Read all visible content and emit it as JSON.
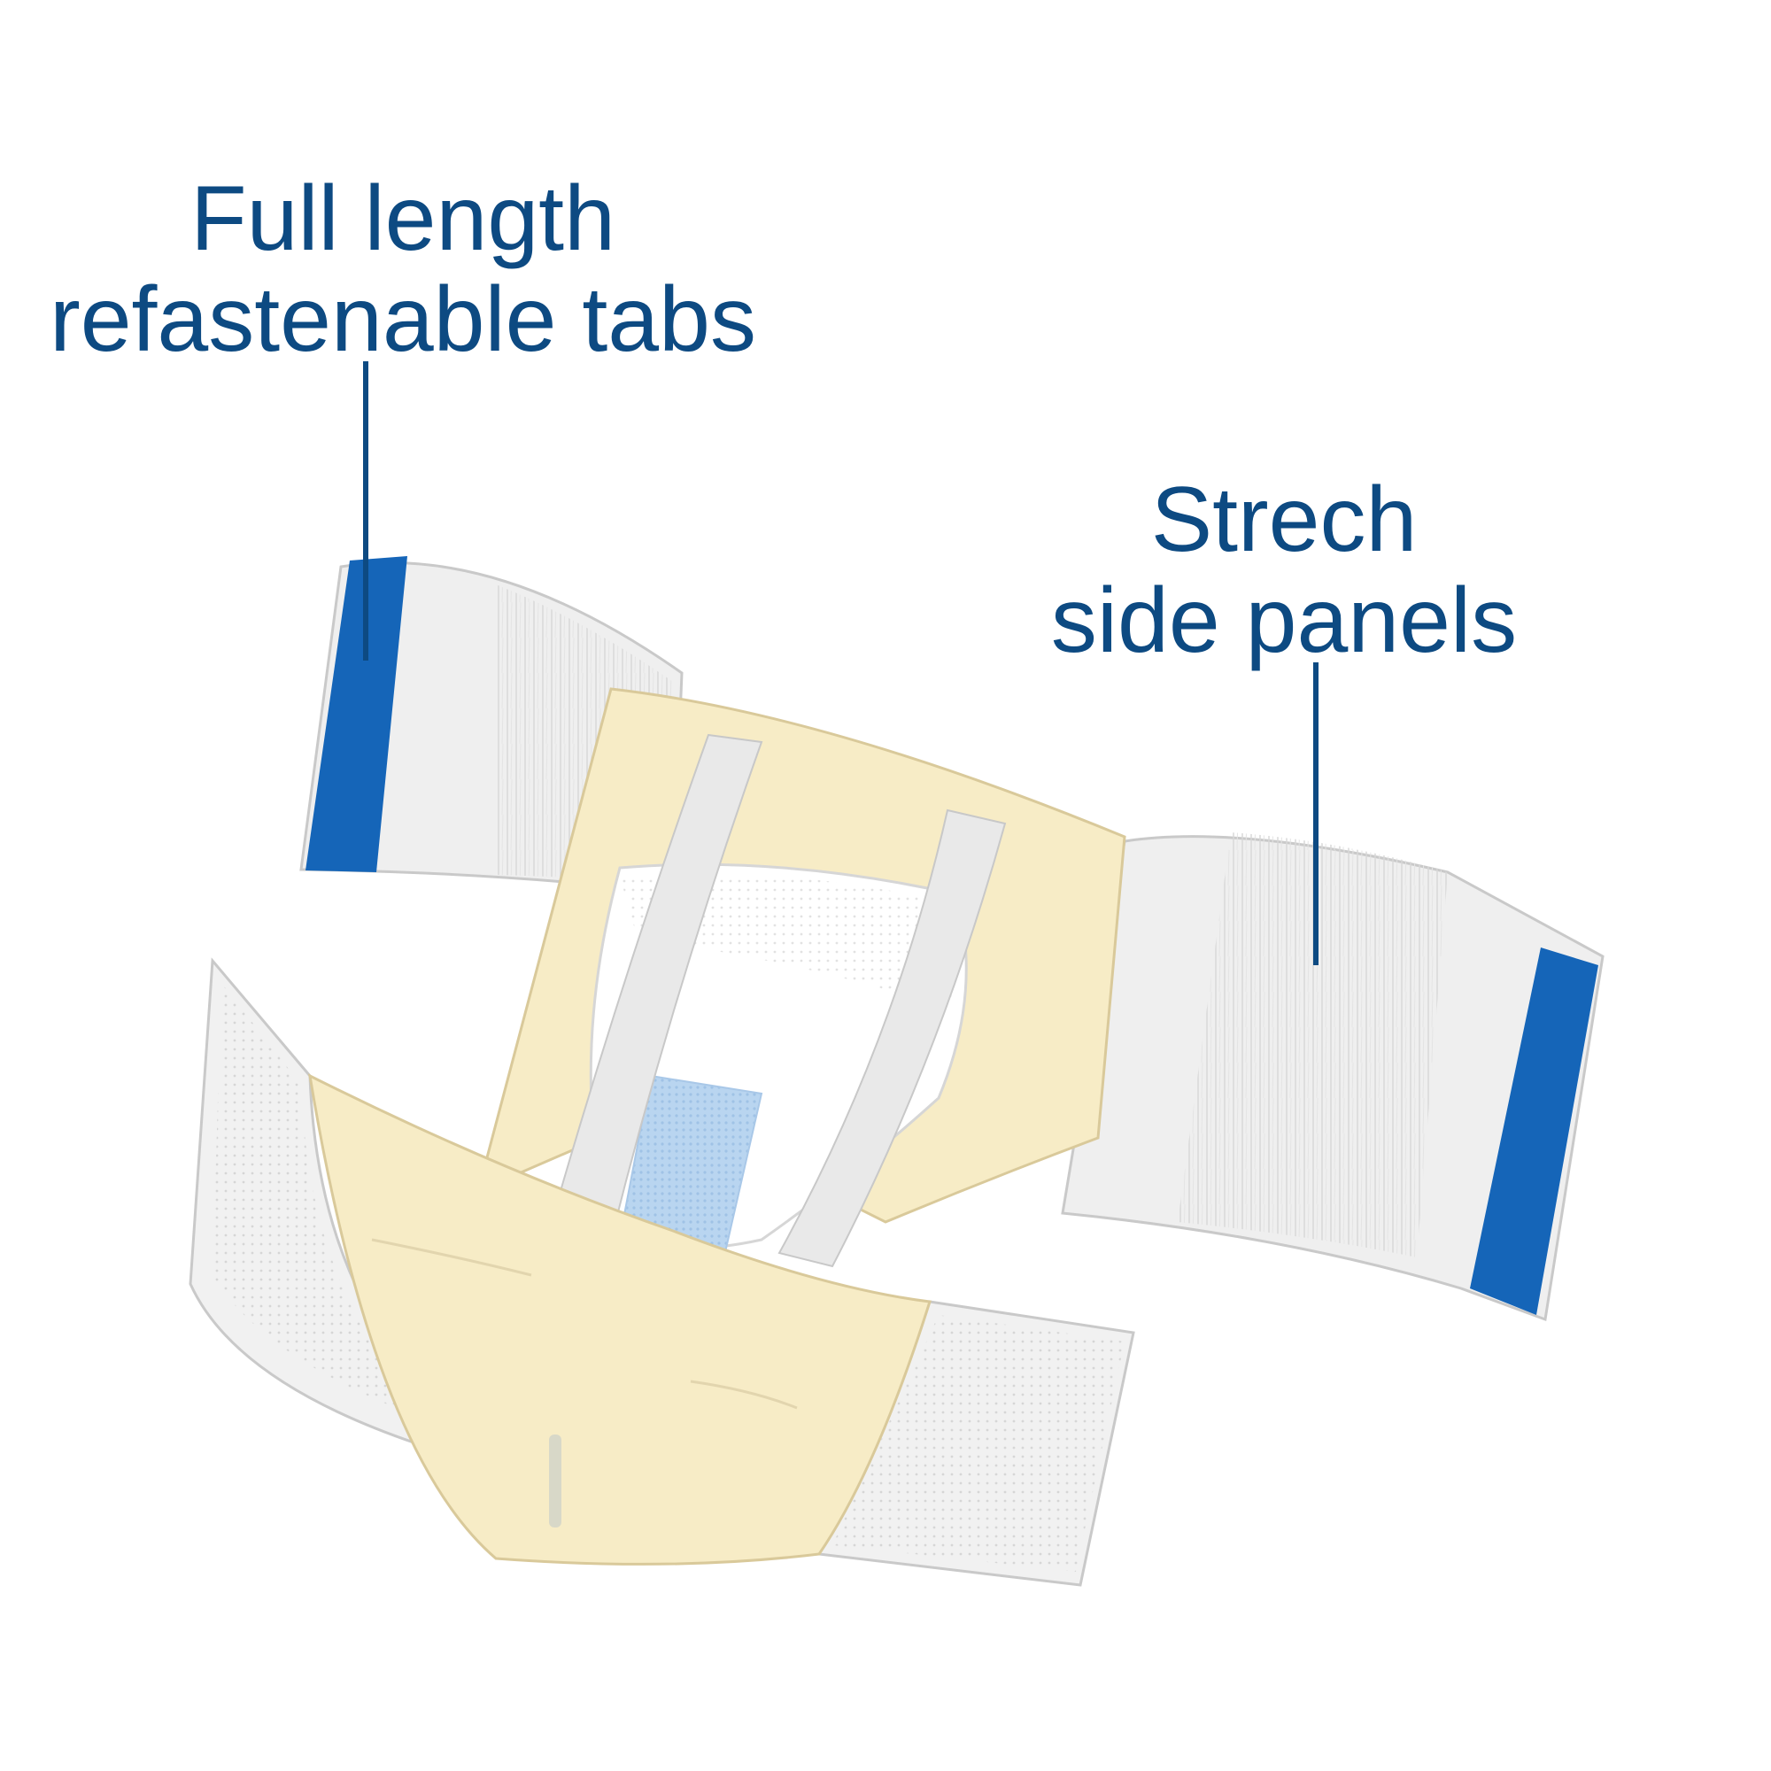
{
  "callouts": {
    "tabs": {
      "line1": "Full length",
      "line2": "refastenable tabs"
    },
    "panels": {
      "line1": "Strech",
      "line2": "side panels"
    }
  },
  "colors": {
    "callout_text": "#0d4a82",
    "tab_blue": "#1565b8",
    "liner_yellow": "#f7ecc6",
    "panel_gray": "#eeeeee",
    "core_blue": "#b6d3ef"
  },
  "illustration": "brief-diagram"
}
